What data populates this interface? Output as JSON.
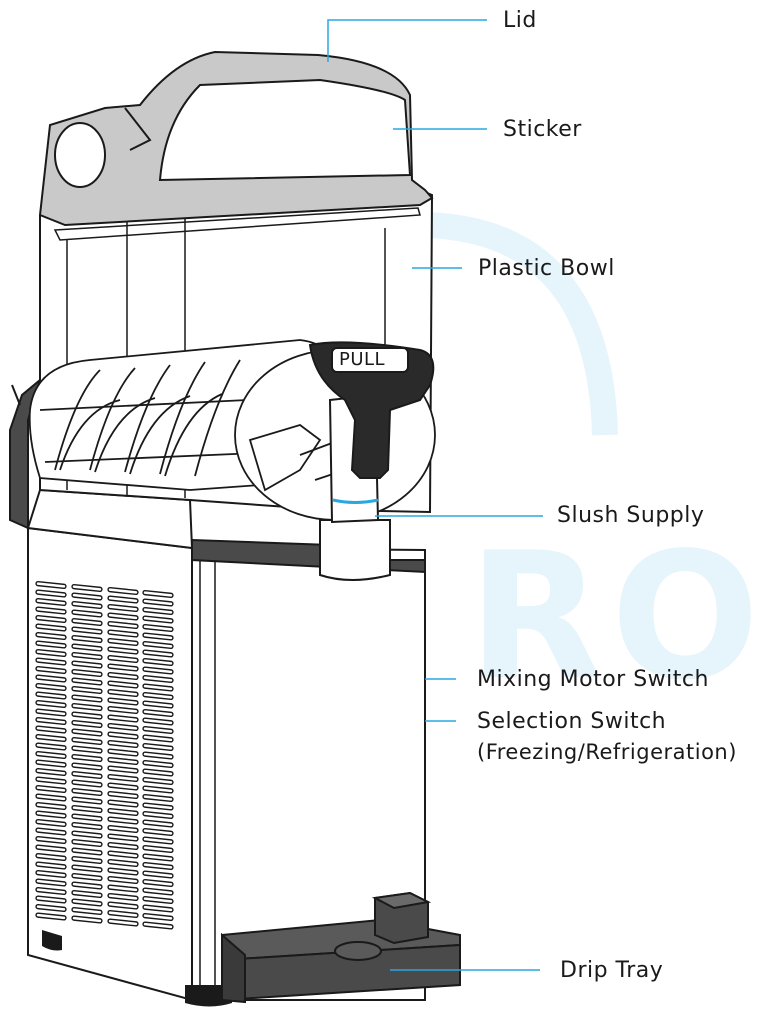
{
  "watermark": {
    "text": "RO"
  },
  "machine": {
    "tap_label": "PULL"
  },
  "labels": {
    "lid": "Lid",
    "sticker": "Sticker",
    "plastic_bowl": "Plastic Bowl",
    "slush_supply": "Slush Supply",
    "mixing_motor_switch": "Mixing Motor Switch",
    "selection_switch_line1": "Selection Switch",
    "selection_switch_line2": "(Freezing/Refrigeration)",
    "drip_tray": "Drip Tray"
  },
  "colors": {
    "leader_line": "#29a8e0",
    "watermark": "#e6f5fc",
    "lid_gray": "#c9c9c9",
    "dark_part": "#4a4a4a",
    "outline": "#1a1a1a"
  }
}
